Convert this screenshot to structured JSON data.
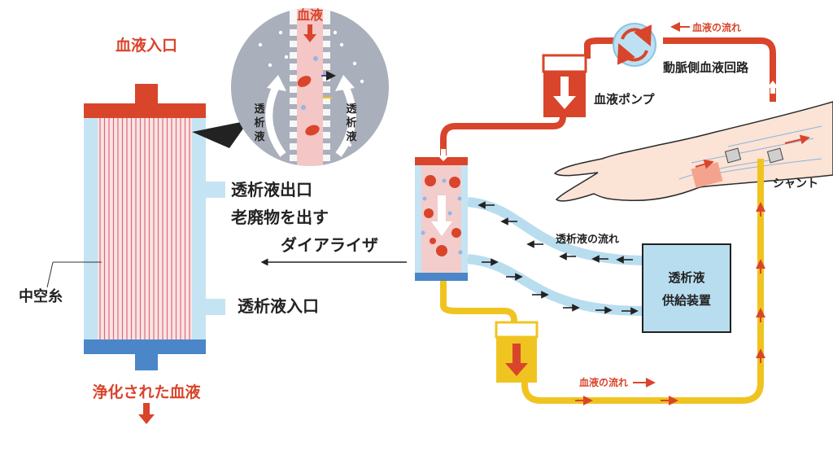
{
  "labels": {
    "blood_inlet": "血液入口",
    "dialysate_outlet": "透析液出口",
    "waste_out": "老廃物を出す",
    "dialysate_inlet": "透析液入口",
    "hollow_fiber": "中空糸",
    "purified_blood": "浄化された血液",
    "dialyzer": "ダイアライザ",
    "zoom_blood": "血液",
    "zoom_dialysate_left": "透析液",
    "zoom_dialysate_right": "透析液",
    "blood_flow_top": "血液の流れ",
    "arterial_circuit": "動脈側血液回路",
    "blood_pump": "血液ポンプ",
    "shunt": "シャント",
    "dialysate_flow": "透析液の流れ",
    "supply_line1": "透析液",
    "supply_line2": "供給装置",
    "blood_flow_bottom": "血液の流れ"
  },
  "colors": {
    "blood_red": "#d9452b",
    "dialysate_blue": "#b8ddef",
    "return_yellow": "#f0c420",
    "outlet_blue": "#4a86c8",
    "zoom_bg": "#a9afbb",
    "skin": "#fbe3d6"
  }
}
